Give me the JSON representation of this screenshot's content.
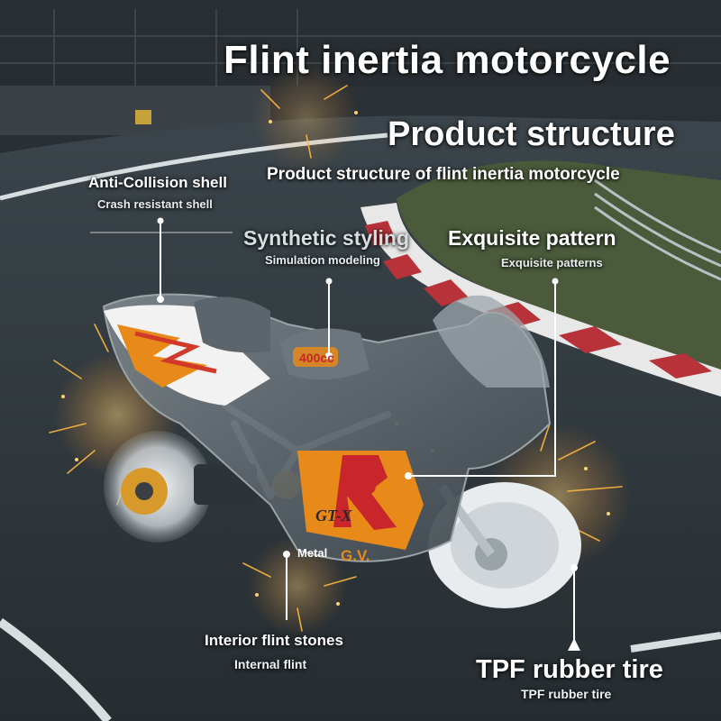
{
  "header": {
    "title": "Flint inertia motorcycle",
    "subtitle": "Product structure",
    "caption": "Product structure of flint inertia motorcycle"
  },
  "callouts": {
    "shell": {
      "label": "Anti-Collision shell",
      "sub": "Crash resistant shell"
    },
    "styling": {
      "label": "Synthetic styling",
      "sub": "Simulation modeling"
    },
    "pattern": {
      "label": "Exquisite pattern",
      "sub": "Exquisite patterns"
    },
    "flint": {
      "label": "Interior flint stones",
      "sub": "Internal flint"
    },
    "tire": {
      "label": "TPF rubber tire",
      "sub": "TPF rubber tire"
    }
  },
  "bike_marks": {
    "engine": "400cc",
    "letter": "R",
    "model": "GT-X",
    "brand": "Metal",
    "brand_mark": "G.V."
  },
  "colors": {
    "asphalt": "#2b3338",
    "grass": "#4a5a3a",
    "kerb_red": "#b8323a",
    "kerb_white": "#e8e8e8",
    "accent_orange": "#e88a1a",
    "spark": "#ffb840",
    "text": "#ffffff"
  }
}
